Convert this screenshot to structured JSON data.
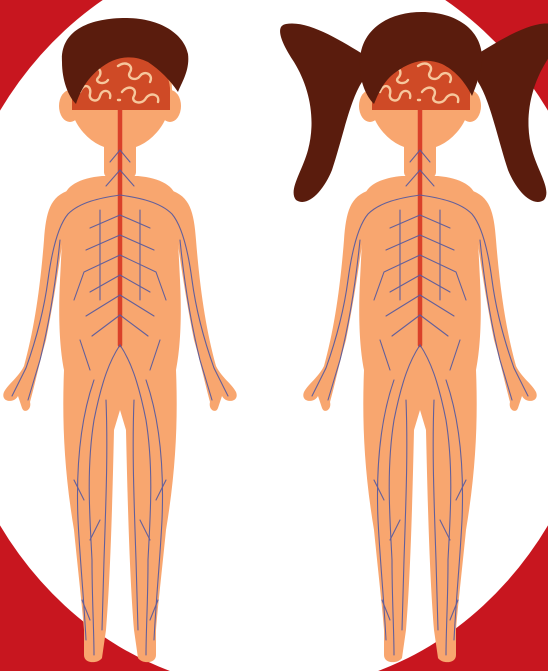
{
  "colors": {
    "frame": "#c8161f",
    "background": "#ffffff",
    "skin": "#f8a66f",
    "skin_shadow": "#f19a63",
    "hair": "#5a1c0d",
    "brain": "#cf4a26",
    "brain_folds": "#f6c79d",
    "spinal_cord": "#d9402a",
    "nerves": "#5b5c9e"
  },
  "figures": [
    {
      "id": "boy",
      "hair_style": "short-side-swept"
    },
    {
      "id": "girl",
      "hair_style": "pigtails"
    }
  ]
}
